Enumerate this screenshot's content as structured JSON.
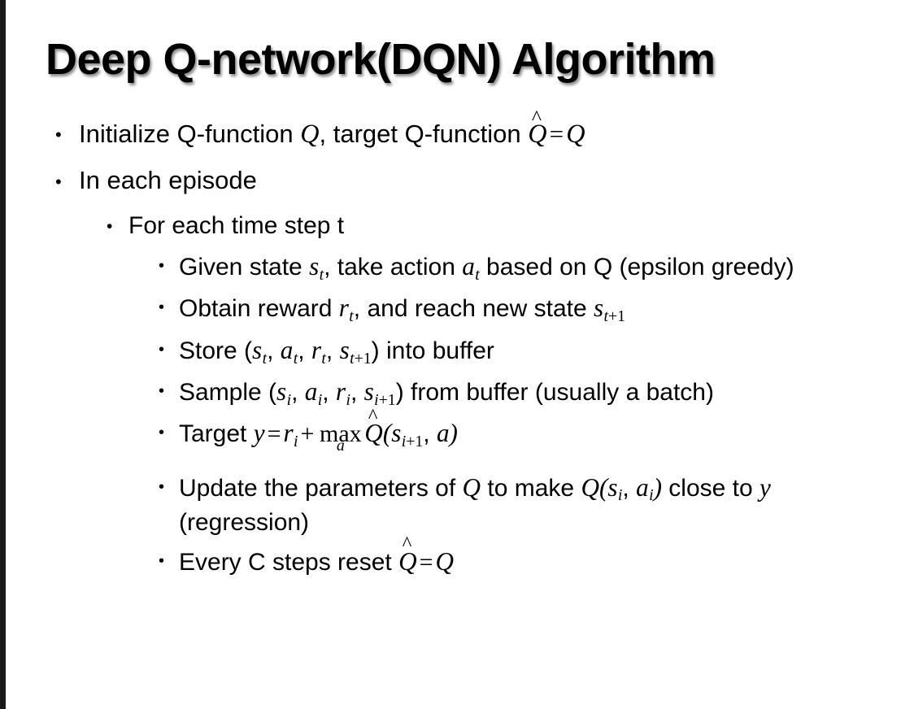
{
  "slide": {
    "title": "Deep Q-network(DQN) Algorithm",
    "background_color": "#ffffff",
    "text_color": "#000000",
    "edge_band_color": "#1a1a1a",
    "bullet_glyph": "•"
  },
  "bullets": {
    "initialize": {
      "pre": "Initialize Q-function ",
      "var_q1": "Q",
      "mid": ", target Q-function ",
      "hat_q": "Q",
      "hat_mark": "^",
      "equals": "=",
      "var_q2": "Q"
    },
    "in_each_episode": {
      "text": "In each episode"
    },
    "for_each_time_step": {
      "text": "For each time step t"
    },
    "given_state": {
      "pre": "Given state ",
      "s": "s",
      "s_sub": "t",
      "mid": ", take action ",
      "a": "a",
      "a_sub": "t",
      "post": " based on Q (epsilon greedy)"
    },
    "obtain_reward": {
      "pre": "Obtain reward ",
      "r": "r",
      "r_sub": "t",
      "mid": ", and reach new state ",
      "s": "s",
      "s_sub_var": "t",
      "s_sub_op": "+",
      "s_sub_num": "1"
    },
    "store": {
      "pre": "Store (",
      "s1": "s",
      "s1_sub": "t",
      "c1": ", ",
      "a1": "a",
      "a1_sub": "t",
      "c2": ", ",
      "r1": "r",
      "r1_sub": "t",
      "c3": ", ",
      "s2": "s",
      "s2_sub_var": "t",
      "s2_sub_op": "+",
      "s2_sub_num": "1",
      "post": ") into buffer"
    },
    "sample": {
      "pre": "Sample (",
      "s1": "s",
      "s1_sub": "i",
      "c1": ", ",
      "a1": "a",
      "a1_sub": "i",
      "c2": ", ",
      "r1": "r",
      "r1_sub": "i",
      "c3": ", ",
      "s2": "s",
      "s2_sub_var": "i",
      "s2_sub_op": "+",
      "s2_sub_num": "1",
      "post": ") from buffer (usually a batch)"
    },
    "target": {
      "pre": "Target ",
      "y": "y",
      "equals": "=",
      "r": "r",
      "r_sub": "i",
      "plus": "+",
      "op_name": "max",
      "op_limit": "a",
      "hat_q": "Q",
      "hat_mark": "^",
      "paren_open": "(",
      "s": "s",
      "s_sub_var": "i",
      "s_sub_op": "+",
      "s_sub_num": "1",
      "comma": ", ",
      "a": "a",
      "paren_close": ")"
    },
    "update": {
      "pre": "Update the parameters of ",
      "q1": "Q",
      "mid": " to make ",
      "q2": "Q",
      "paren_open": "(",
      "s": "s",
      "s_sub": "i",
      "comma": ", ",
      "a": "a",
      "a_sub": "i",
      "paren_close": ")",
      "post": " close to ",
      "y": "y",
      "tail": " (regression)"
    },
    "every_c_steps": {
      "pre": "Every C steps reset ",
      "hat_q": "Q",
      "hat_mark": "^",
      "equals": "=",
      "q": "Q"
    }
  }
}
